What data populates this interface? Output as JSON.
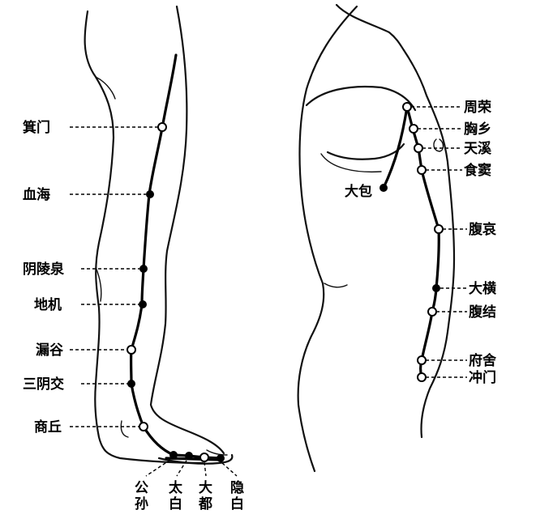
{
  "leg_points": {
    "jimen": "箕门",
    "xuehai": "血海",
    "yinlingquan": "阴陵泉",
    "diji": "地机",
    "lougu": "漏谷",
    "sanyinjiao": "三阴交",
    "shangqiu": "商丘"
  },
  "foot_points": {
    "gongsun_1": "公",
    "gongsun_2": "孙",
    "taibai_1": "太",
    "taibai_2": "白",
    "dadu_1": "大",
    "dadu_2": "都",
    "yinbai_1": "隐",
    "yinbai_2": "白"
  },
  "torso_points": {
    "zhourong": "周荣",
    "xiongxiang": "胸乡",
    "tianxi": "天溪",
    "shidou": "食窦",
    "dabao": "大包",
    "fuai": "腹哀",
    "daheng": "大横",
    "fujie": "腹结",
    "fushe": "府舍",
    "chongmen": "冲门"
  }
}
